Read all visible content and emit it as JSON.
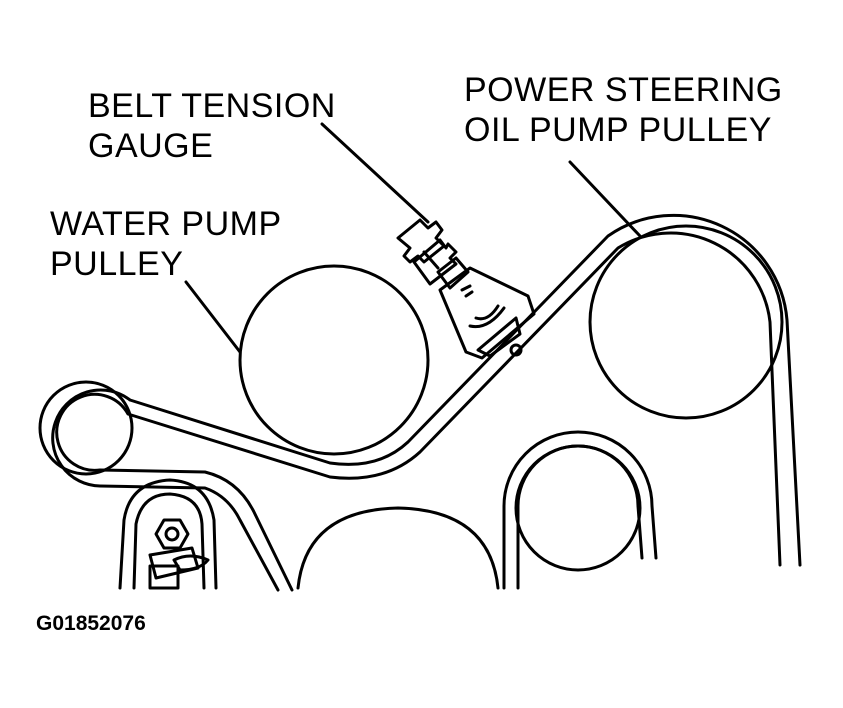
{
  "labels": {
    "belt_tension_gauge": [
      "BELT TENSION",
      "GAUGE"
    ],
    "power_steering_pulley": [
      "POWER STEERING",
      "OIL PUMP PULLEY"
    ],
    "water_pump_pulley": [
      "WATER PUMP",
      "PULLEY"
    ]
  },
  "figure_code": "G01852076",
  "colors": {
    "line": "#000000",
    "background": "#ffffff"
  }
}
